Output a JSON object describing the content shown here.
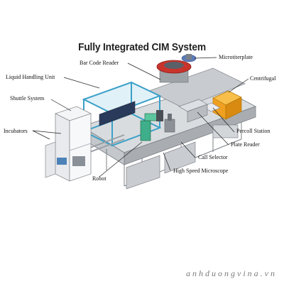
{
  "title": "Fully Integrated CIM System",
  "labels": {
    "bar_code_reader": "Bar Code Reader",
    "microtiterplate": "Microtiterplate",
    "liquid_handling_unit": "Liquid Handling Unit",
    "centrifugal": "Centrifugal",
    "shuttle_system": "Shuttle System",
    "incubators": "Incubators",
    "percoll_station": "Percoll Station",
    "plate_reader": "Plate Reader",
    "call_selector": "Call Selector",
    "robot": "Robot",
    "high_speed_microscope": "High Speed Microscope"
  },
  "watermark": "anhduongvina.vn",
  "colors": {
    "enclosure_blue": "#3aa0c8",
    "centrifuge_orange": "#f0a020",
    "carousel_red": "#c8342c",
    "robot_green": "#3fae8a",
    "frame_gray": "#b8bcc0",
    "incubator_white": "#eef0f3"
  }
}
